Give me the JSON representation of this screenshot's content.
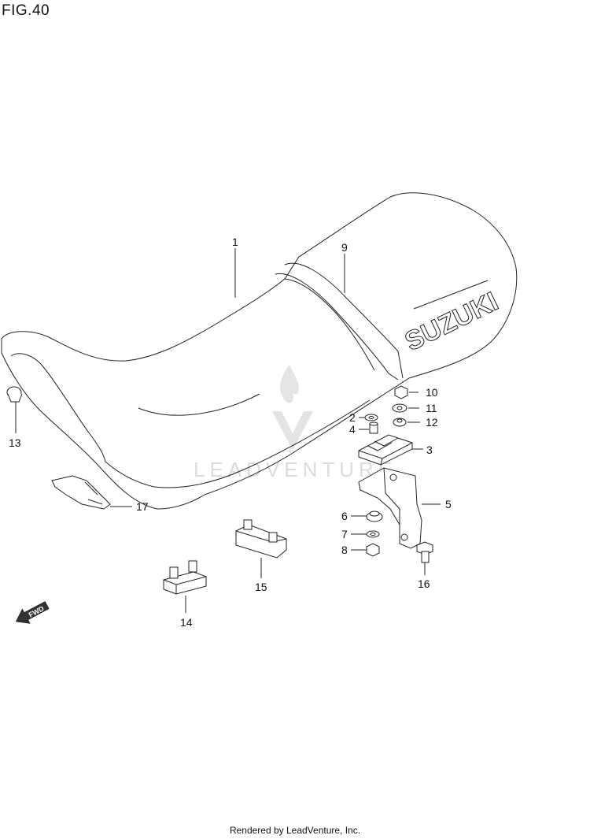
{
  "figure": {
    "title": "FIG.40"
  },
  "seat": {
    "brand_text": "SUZUKI"
  },
  "watermark": {
    "text": "LEADVENTURE"
  },
  "fwd_arrow": {
    "label": "FWD",
    "icon": "arrow-forward-icon"
  },
  "callouts": [
    "1",
    "2",
    "3",
    "4",
    "5",
    "6",
    "7",
    "8",
    "9",
    "10",
    "11",
    "12",
    "13",
    "14",
    "15",
    "16",
    "17"
  ],
  "footer": {
    "text": "Rendered by LeadVenture, Inc."
  }
}
